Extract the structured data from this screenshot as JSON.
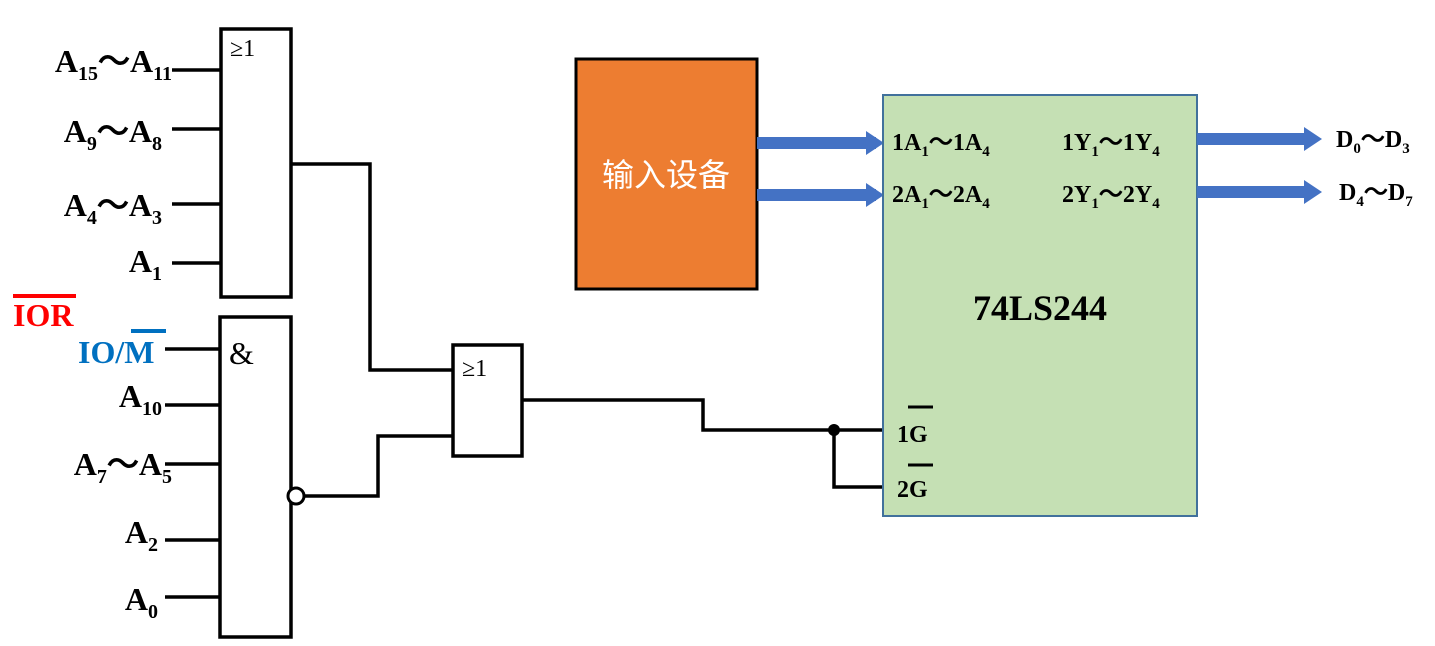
{
  "colors": {
    "line": "#000000",
    "device_fill": "#ED7D31",
    "device_text": "#FFFFFF",
    "chip_fill": "#C5E0B4",
    "chip_border": "#41719C",
    "bus_arrow": "#4472C4",
    "ior_label": "#FF0000",
    "iom_label": "#0070C0"
  },
  "or_gate_1": {
    "symbol": "≥1",
    "inputs": [
      {
        "main": "A",
        "sub": "15",
        "sep": "～",
        "main2": "A",
        "sub2": "11"
      },
      {
        "main": "A",
        "sub": "9",
        "sep": "～",
        "main2": "A",
        "sub2": "8"
      },
      {
        "main": "A",
        "sub": "4",
        "sep": "～",
        "main2": "A",
        "sub2": "3"
      },
      {
        "main": "A",
        "sub": "1"
      }
    ]
  },
  "and_gate": {
    "symbol": "&",
    "ior_label": "IOR",
    "inputs": [
      {
        "prefix": "IO/",
        "overbar": "M"
      },
      {
        "main": "A",
        "sub": "10"
      },
      {
        "main": "A",
        "sub": "7",
        "sep": "～",
        "main2": "A",
        "sub2": "5"
      },
      {
        "main": "A",
        "sub": "2"
      },
      {
        "main": "A",
        "sub": "0"
      }
    ]
  },
  "or_gate_2": {
    "symbol": "≥1"
  },
  "input_device": {
    "label": "输入设备"
  },
  "chip": {
    "name": "74LS244",
    "in_pins": [
      {
        "p1": "1A",
        "s1": "1",
        "sep": "～",
        "p2": "1A",
        "s2": "4"
      },
      {
        "p1": "2A",
        "s1": "1",
        "sep": "～",
        "p2": "2A",
        "s2": "4"
      }
    ],
    "out_pins": [
      {
        "p1": "1Y",
        "s1": "1",
        "sep": "～",
        "p2": "1Y",
        "s2": "4"
      },
      {
        "p1": "2Y",
        "s1": "1",
        "sep": "～",
        "p2": "2Y",
        "s2": "4"
      }
    ],
    "enable_pins": [
      "1G",
      "2G"
    ]
  },
  "outputs": [
    {
      "p1": "D",
      "s1": "0",
      "sep": "～",
      "p2": "D",
      "s2": "3"
    },
    {
      "p1": "D",
      "s1": "4",
      "sep": "～",
      "p2": "D",
      "s2": "7"
    }
  ]
}
